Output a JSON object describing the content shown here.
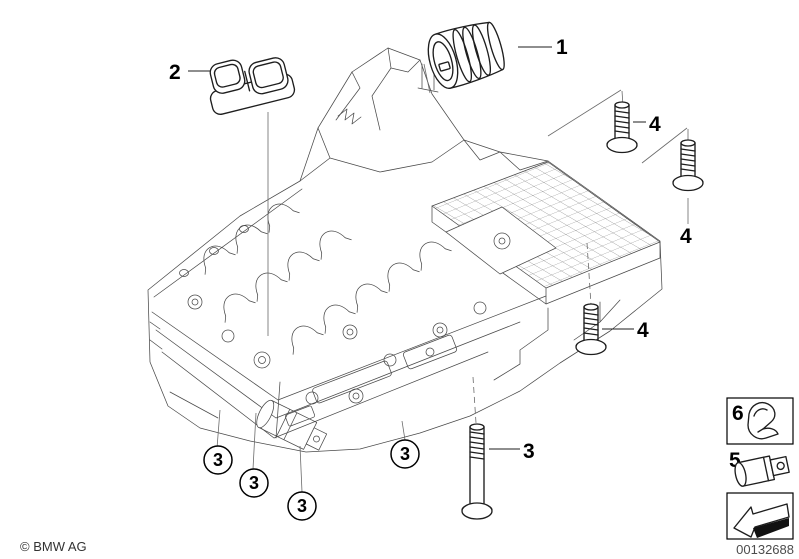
{
  "callouts": {
    "c1": "1",
    "c2": "2",
    "c3": "3",
    "c4": "4",
    "c5": "5",
    "c6": "6"
  },
  "footer": {
    "copyright": "© BMW AG",
    "drawing_number": "00132688"
  },
  "colors": {
    "background": "#ffffff",
    "assembly_line": "#4a4a4a",
    "part_line": "#1e1e1e",
    "label": "#000000"
  }
}
